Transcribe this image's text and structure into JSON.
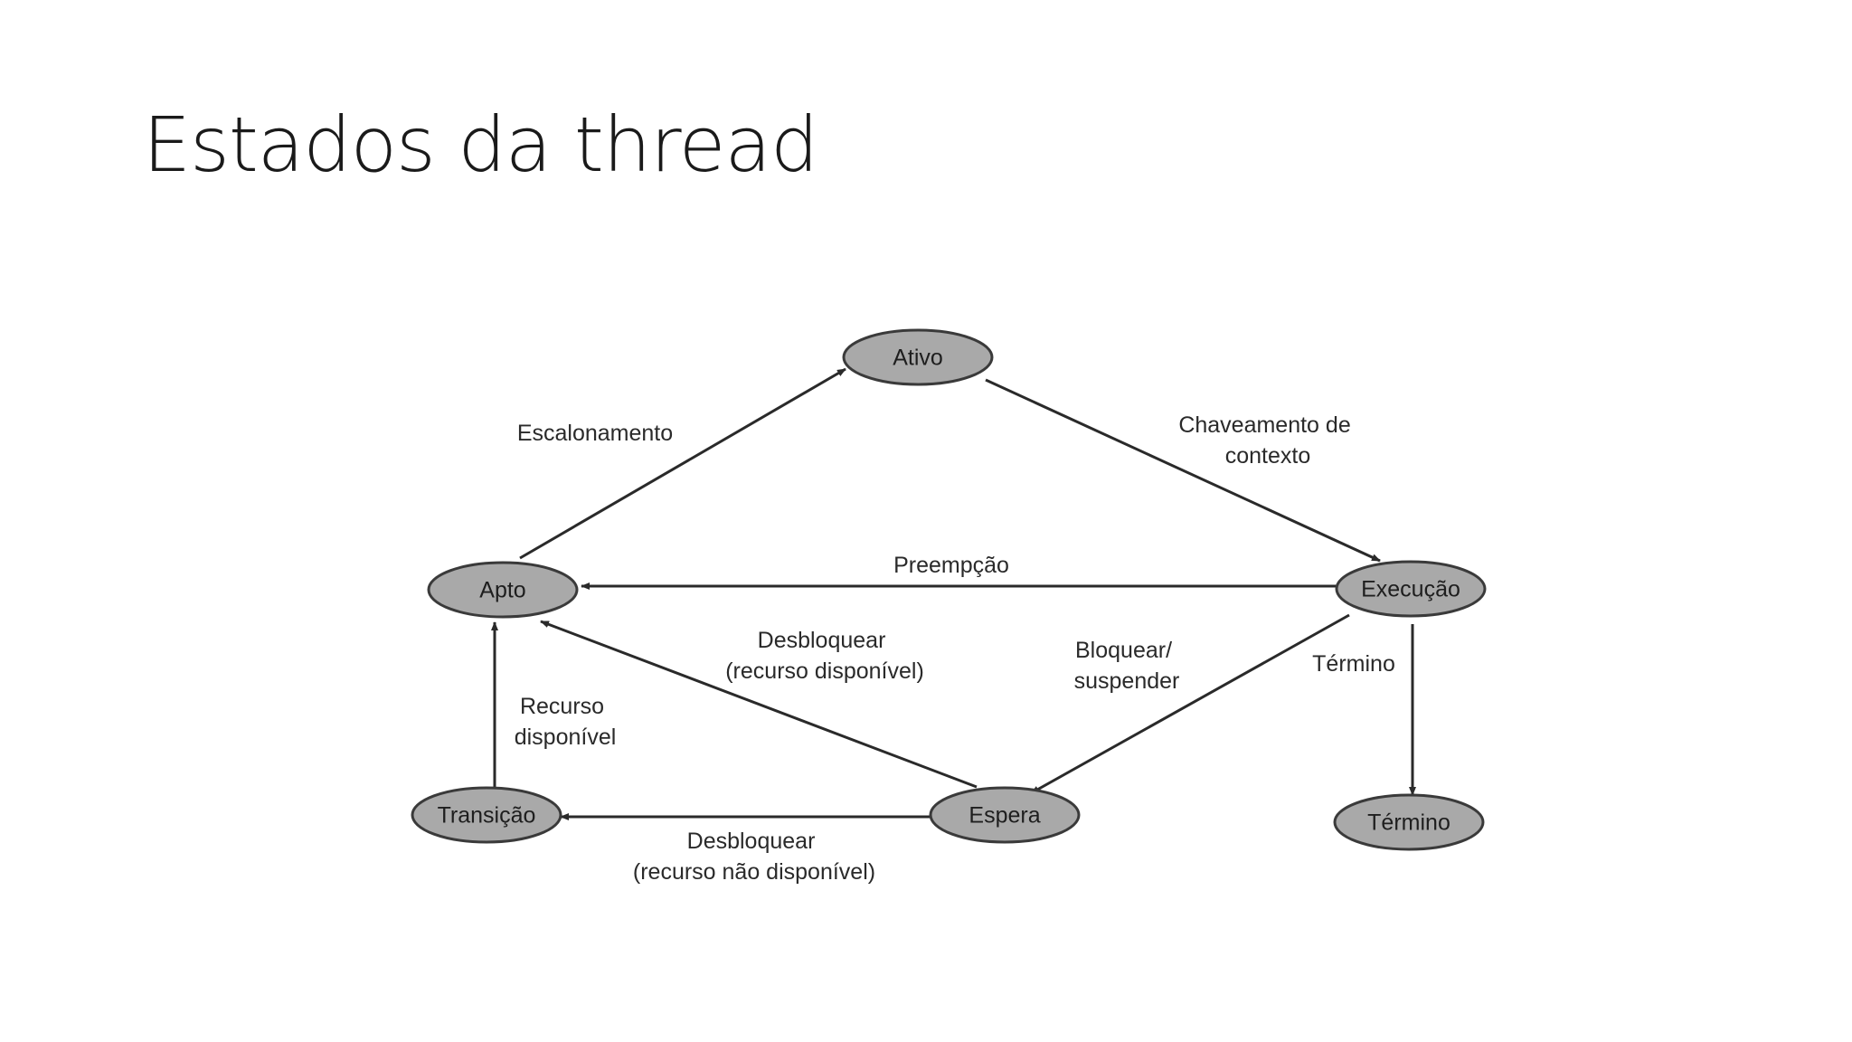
{
  "slide": {
    "title": "Estados da thread"
  },
  "diagram": {
    "nodes": {
      "ativo": "Ativo",
      "apto": "Apto",
      "execucao": "Execução",
      "transicao": "Transição",
      "espera": "Espera",
      "termino": "Término"
    },
    "edges": {
      "escalonamento": [
        "Escalonamento"
      ],
      "chaveamento": [
        "Chaveamento de",
        "contexto"
      ],
      "preempcao": [
        "Preempção"
      ],
      "desbloquear_disponivel": [
        "Desbloquear",
        "(recurso disponível)"
      ],
      "bloquear": [
        "Bloquear/",
        "suspender"
      ],
      "termino": [
        "Término"
      ],
      "recurso_disponivel": [
        "Recurso",
        "disponível"
      ],
      "desbloquear_nao_disponivel": [
        "Desbloquear",
        "(recurso não disponível)"
      ]
    }
  }
}
